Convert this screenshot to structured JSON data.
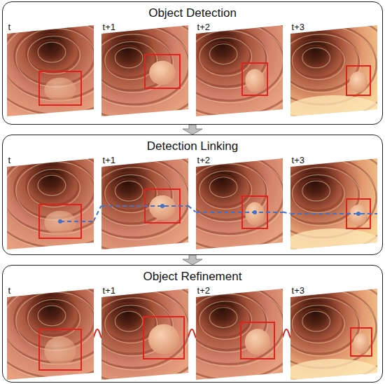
{
  "diagram": {
    "nodes": [
      {
        "text": [
          "Object Detection"
        ]
      },
      {
        "text": [
          "t"
        ],
        "in": 0
      },
      {
        "text": [
          "t+1"
        ],
        "in": 0
      },
      {
        "text": [
          "t+2"
        ],
        "in": 0
      },
      {
        "text": [
          "t+3"
        ],
        "in": 0
      },
      {
        "text": [
          "Detection Linking"
        ]
      },
      {
        "text": [
          "t"
        ],
        "in": 5
      },
      {
        "text": [
          "t+1"
        ],
        "in": 5
      },
      {
        "text": [
          "t+2"
        ],
        "in": 5
      },
      {
        "text": [
          "t+3"
        ],
        "in": 5
      },
      {
        "text": [
          "Object Refinement"
        ]
      },
      {
        "text": [
          "t"
        ],
        "in": 10
      },
      {
        "text": [
          "t+1"
        ],
        "in": 10
      },
      {
        "text": [
          "t+2"
        ],
        "in": 10
      },
      {
        "text": [
          "t+3"
        ],
        "in": 10
      }
    ],
    "edges": [
      {
        "from": 0,
        "to": 5,
        "arrow": "to"
      },
      {
        "from": 5,
        "to": 10,
        "arrow": "to"
      },
      {
        "from": 6,
        "to": 7,
        "arrow": "none"
      },
      {
        "from": 7,
        "to": 8,
        "arrow": "none"
      },
      {
        "from": 8,
        "to": 9,
        "arrow": "none"
      },
      {
        "from": 11,
        "to": 12,
        "arrow": "none"
      },
      {
        "from": 12,
        "to": 13,
        "arrow": "none"
      },
      {
        "from": 13,
        "to": 14,
        "arrow": "none"
      }
    ]
  }
}
